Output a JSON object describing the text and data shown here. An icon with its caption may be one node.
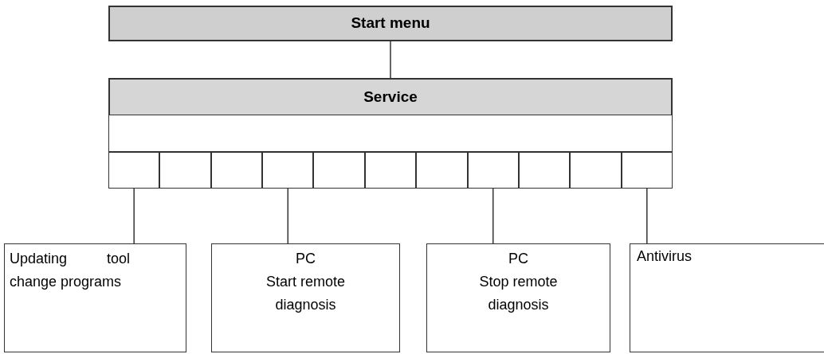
{
  "diagram": {
    "nodes": [
      {
        "text": [
          "Start menu"
        ]
      },
      {
        "text": [
          "Service"
        ]
      },
      {
        "text": [],
        "shape": "box",
        "in": 1
      },
      {
        "text": [],
        "shape": "box",
        "in": 1
      },
      {
        "text": [],
        "shape": "box",
        "in": 1
      },
      {
        "text": [],
        "shape": "box",
        "in": 1
      },
      {
        "text": [],
        "shape": "box",
        "in": 1
      },
      {
        "text": [],
        "shape": "box",
        "in": 1
      },
      {
        "text": [],
        "shape": "box",
        "in": 1
      },
      {
        "text": [],
        "shape": "box",
        "in": 1
      },
      {
        "text": [],
        "shape": "box",
        "in": 1
      },
      {
        "text": [],
        "shape": "box",
        "in": 1
      },
      {
        "text": [],
        "shape": "box",
        "in": 1
      },
      {
        "text": [],
        "shape": "box",
        "in": 1
      },
      {
        "text": [
          "Updating tool change programs"
        ]
      },
      {
        "text": [
          "PC",
          "Start remote diagnosis"
        ]
      },
      {
        "text": [
          "PC",
          "Stop remote diagnosis"
        ]
      },
      {
        "text": [
          "Antivirus"
        ]
      }
    ],
    "edges": [
      {
        "from": 0,
        "to": 1,
        "arrow": "none"
      },
      {
        "from": 3,
        "to": 14,
        "arrow": "none"
      },
      {
        "from": 6,
        "to": 15,
        "arrow": "none"
      },
      {
        "from": 10,
        "to": 16,
        "arrow": "none"
      },
      {
        "from": 13,
        "to": 17,
        "arrow": "none"
      }
    ]
  }
}
